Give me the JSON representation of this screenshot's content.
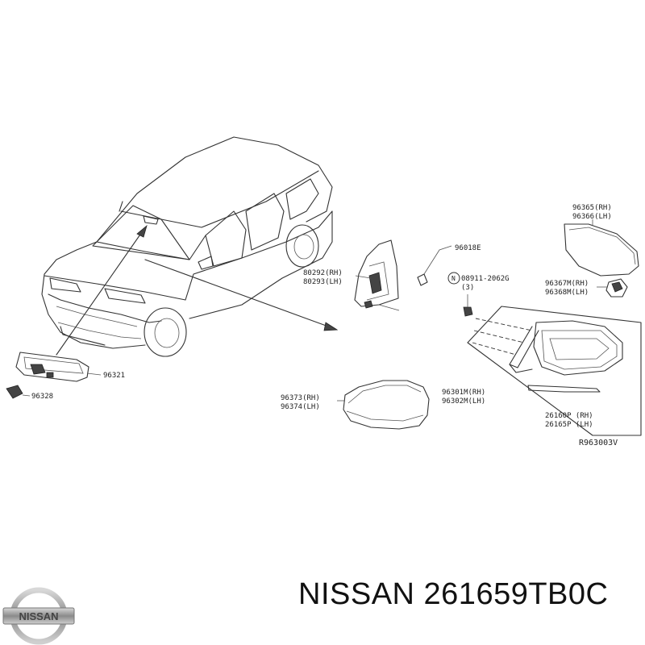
{
  "diagram": {
    "drawing_code": "R963003V",
    "callouts": {
      "mirror_cover_rh": "96365(RH)",
      "mirror_cover_lh": "96366(LH)",
      "bracket_rh": "80292(RH)",
      "bracket_lh": "80293(LH)",
      "clip": "96018E",
      "nut": "08911-2062G",
      "nut_qty": "(3)",
      "nut_symbol": "N",
      "actuator_rh": "96367M(RH)",
      "actuator_lh": "96368M(LH)",
      "inner_mirror": "96321",
      "inner_mirror_sensor": "96328",
      "cap_rh": "96373(RH)",
      "cap_lh": "96374(LH)",
      "mirror_assy_rh": "96301M(RH)",
      "mirror_assy_lh": "96302M(LH)",
      "turn_lamp_rh": "26160P (RH)",
      "turn_lamp_lh": "26165P (LH)"
    }
  },
  "footer": {
    "part_label": "NISSAN 261659TB0C",
    "logo_text": "NISSAN"
  }
}
